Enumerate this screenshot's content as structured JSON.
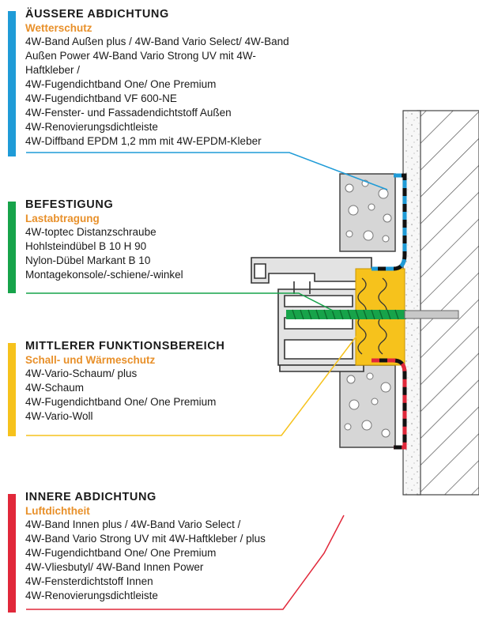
{
  "colors": {
    "blue": "#1f9bd7",
    "green": "#17a34a",
    "yellow": "#f6c21c",
    "red": "#e1283a",
    "orange": "#e8902a",
    "text": "#1a1a1a"
  },
  "sections": [
    {
      "key": "aeussere",
      "color": "blue",
      "title": "ÄUSSERE ABDICHTUNG",
      "subtitle": "Wetterschutz",
      "items": [
        "4W-Band Außen plus / 4W-Band Vario Select/  4W-Band",
        "Außen Power 4W-Band Vario Strong UV mit 4W-",
        "Haftkleber /",
        "4W-Fugendichtband  One/ One Premium",
        "4W-Fugendichtband VF 600-NE",
        "4W-Fenster- und Fassadendichtstoff Außen",
        "4W-Renovierungsdichtleiste",
        "4W-Diffband EPDM 1,2 mm mit 4W-EPDM-Kleber"
      ]
    },
    {
      "key": "befestigung",
      "color": "green",
      "title": "BEFESTIGUNG",
      "subtitle": "Lastabtragung",
      "items": [
        "4W-toptec Distanzschraube",
        "Hohlsteindübel B 10 H 90",
        "Nylon-Dübel Markant B 10",
        "Montagekonsole/-schiene/-winkel"
      ]
    },
    {
      "key": "mittlerer",
      "color": "yellow",
      "title": "MITTLERER FUNKTIONSBEREICH",
      "subtitle": "Schall- und Wärmeschutz",
      "items": [
        "4W-Vario-Schaum/ plus",
        "4W-Schaum",
        "4W-Fugendichtband One/ One Premium",
        "4W-Vario-Woll"
      ]
    },
    {
      "key": "innere",
      "color": "red",
      "title": "INNERE ABDICHTUNG",
      "subtitle": "Luftdichtheit",
      "items": [
        "4W-Band Innen plus / 4W-Band Vario Select /",
        "4W-Band Vario Strong UV mit 4W-Haftkleber / plus",
        "4W-Fugendichtband One/ One Premium",
        "4W-Vliesbutyl/ 4W-Band Innen Power",
        "4W-Fensterdichtstoff Innen",
        "4W-Renovierungsdichtleiste"
      ]
    }
  ]
}
